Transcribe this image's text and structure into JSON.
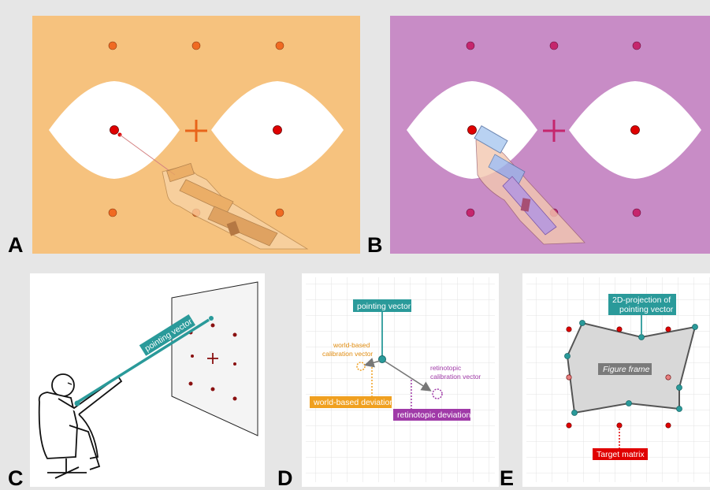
{
  "figure": {
    "panel_labels": [
      "A",
      "B",
      "C",
      "D",
      "E"
    ],
    "colors": {
      "panel_a_bg": "#f6c27e",
      "panel_b_bg": "#c88cc6",
      "panel_a_dot": "#f06a22",
      "panel_b_dot": "#c5266d",
      "target_red": "#e00000",
      "teal": "#2a9a9a",
      "orange": "#f0a020",
      "purple": "#a03aa8",
      "red_tag": "#e00000",
      "gray_tag": "#777777"
    },
    "panel_c": {
      "pointing_vector_label": "pointing vector"
    },
    "panel_d": {
      "pointing_vector_label": "pointing vector",
      "world_calibration_line1": "world-based",
      "world_calibration_line2": "calibration vector",
      "retinotopic_calibration_line1": "retinotopic",
      "retinotopic_calibration_line2": "calibration vector",
      "world_deviation_label": "world-based deviation",
      "retinotopic_deviation_label": "retinotopic deviation"
    },
    "panel_e": {
      "projection_line1": "2D-projection of",
      "projection_line2": "pointing vector",
      "figure_frame_label": "Figure frame",
      "target_matrix_label": "Target matrix"
    }
  }
}
